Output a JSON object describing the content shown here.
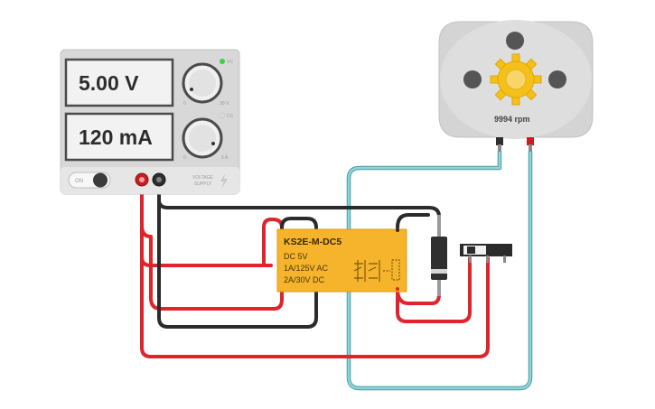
{
  "power_supply": {
    "voltage_display": "5.00 V",
    "current_display": "120 mA",
    "voltage_knob_min": "0",
    "voltage_knob_max": "30 V",
    "current_knob_min": "0",
    "current_knob_max": "5 A",
    "cv_label": "VC",
    "cc_label": "CC",
    "on_label": "ON",
    "brand_line1": "VOLTAGE",
    "brand_line2": "SUPPLY",
    "cv_led_color": "#3ecf3e",
    "cc_led_color": "#d9d9d9"
  },
  "relay": {
    "part_name": "KS2E-M-DC5",
    "spec_line1": "DC 5V",
    "spec_line2": "1A/125V AC",
    "spec_line3": "2A/30V  DC",
    "body_color": "#f5b42c"
  },
  "motor": {
    "rpm_label": "9994 rpm",
    "gear_color": "#f5c01a"
  },
  "colors": {
    "wire_red": "#e0242b",
    "wire_black": "#2b2b2b",
    "wire_teal": "#7ccfd6"
  },
  "components": [
    "power-supply",
    "relay",
    "diode",
    "slide-switch",
    "dc-motor"
  ]
}
